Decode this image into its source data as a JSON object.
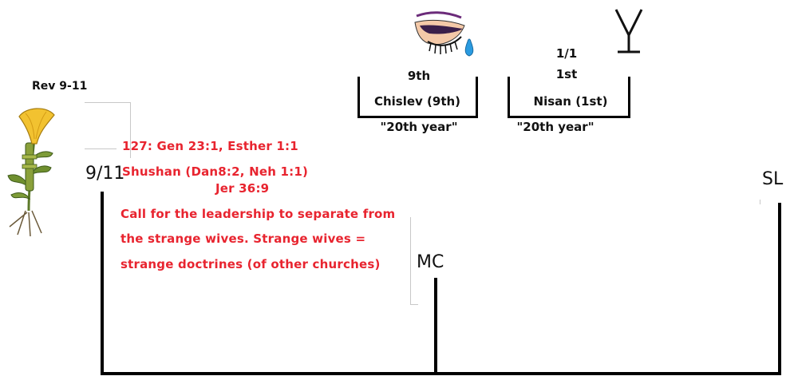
{
  "left_top_label": "Rev 9-11",
  "marker_911": "9/11",
  "marker_sl": "SL",
  "marker_mc": "MC",
  "red_lines": {
    "line1": "127: Gen 23:1, Esther 1:1",
    "line2": "Shushan (Dan8:2, Neh 1:1)",
    "line3": "Jer 36:9",
    "line4": "Call for the leadership to separate from",
    "line5": "the strange wives. Strange wives =",
    "line6": "strange doctrines  (of other churches)"
  },
  "chislev": {
    "top": "9th",
    "main": "Chislev (9th)",
    "bottom": "\"20th year\""
  },
  "nisan": {
    "top1": "1/1",
    "top2": "1st",
    "main": "Nisan (1st)",
    "bottom": "\"20th year\""
  },
  "icons": {
    "trumpet_flower": "trumpet-flower-icon",
    "crying_eye": "crying-eye-icon",
    "wine_cup": "wine-cup-icon"
  },
  "colors": {
    "red_text": "#e8242f",
    "line": "#000000"
  }
}
